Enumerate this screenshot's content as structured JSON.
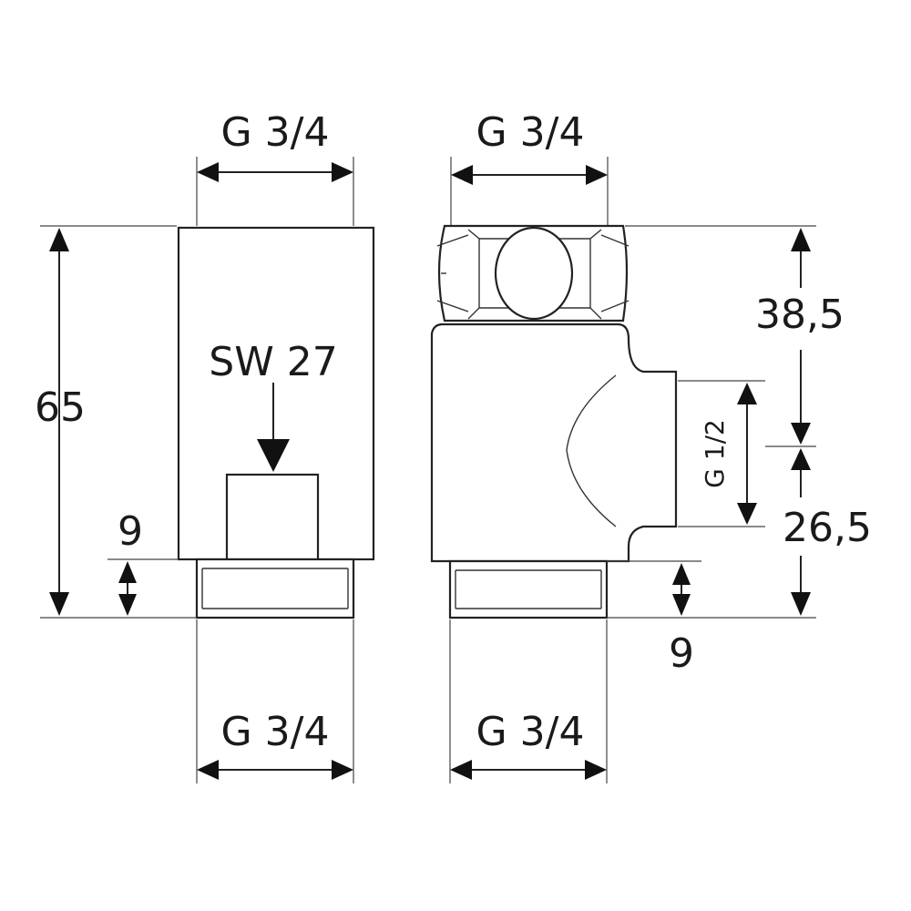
{
  "drawing": {
    "left_view": {
      "top_thread_label": "G 3/4",
      "wrench_size_label": "SW 27",
      "height_label": "65",
      "thread_length_label": "9",
      "bottom_thread_label": "G 3/4"
    },
    "right_view": {
      "top_thread_label": "G 3/4",
      "upper_height_label": "38,5",
      "side_outlet_label": "G 1/2",
      "lower_height_label": "26,5",
      "thread_length_label": "9",
      "bottom_thread_label": "G 3/4"
    }
  }
}
